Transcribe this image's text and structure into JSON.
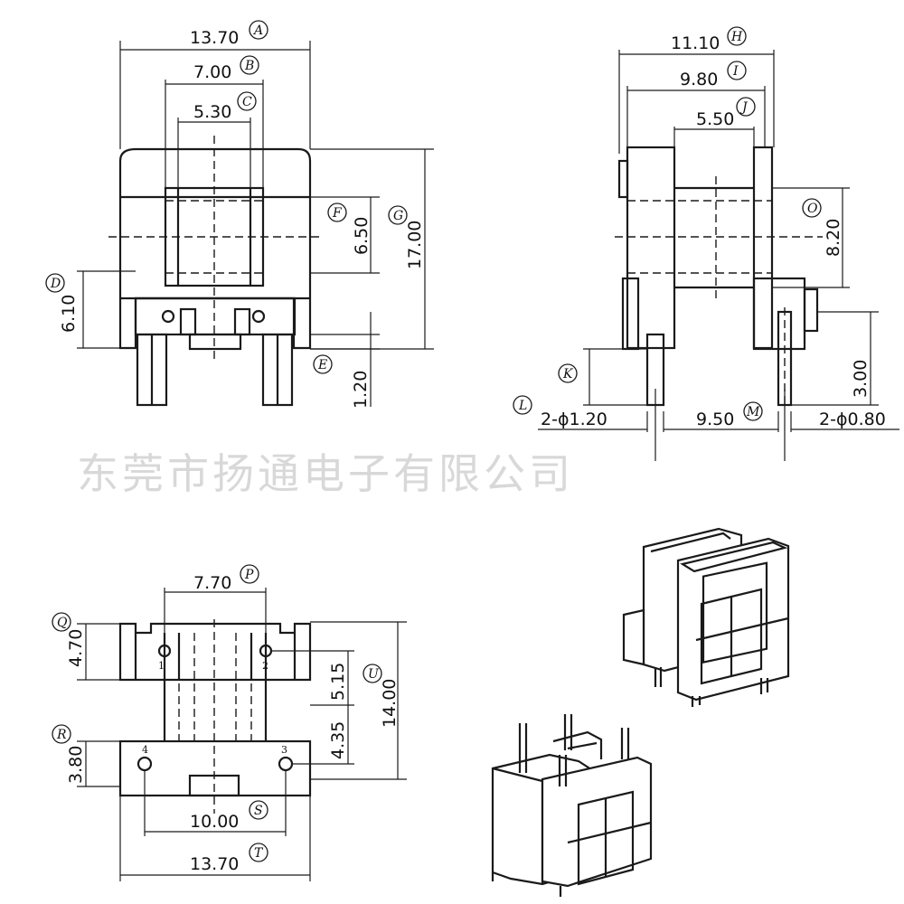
{
  "watermark": "东莞市扬通电子有限公司",
  "front_view": {
    "dims": [
      {
        "id": "A",
        "value": "13.70"
      },
      {
        "id": "B",
        "value": "7.00"
      },
      {
        "id": "C",
        "value": "5.30"
      },
      {
        "id": "D",
        "value": "6.10"
      },
      {
        "id": "E",
        "value": "1.20"
      },
      {
        "id": "F",
        "value": "6.50"
      },
      {
        "id": "G",
        "value": "17.00"
      }
    ]
  },
  "side_view": {
    "dims": [
      {
        "id": "H",
        "value": "11.10"
      },
      {
        "id": "I",
        "value": "9.80"
      },
      {
        "id": "J",
        "value": "5.50"
      },
      {
        "id": "K",
        "value": ""
      },
      {
        "id": "O",
        "value": "8.20"
      },
      {
        "id": "N",
        "value": "3.00"
      },
      {
        "id": "L",
        "value": "2-ϕ1.20"
      },
      {
        "id": "M",
        "value": "9.50"
      },
      {
        "id": "M2",
        "value": "2-ϕ0.80"
      }
    ]
  },
  "bottom_view": {
    "dims": [
      {
        "id": "P",
        "value": "7.70"
      },
      {
        "id": "Q",
        "value": "4.70"
      },
      {
        "id": "R",
        "value": "3.80"
      },
      {
        "id": "U",
        "value": "14.00"
      },
      {
        "id": "S",
        "value": "10.00"
      },
      {
        "id": "T",
        "value": "13.70"
      },
      {
        "id": "X",
        "value": "5.15"
      },
      {
        "id": "Y",
        "value": "4.35"
      }
    ],
    "pins": [
      "1",
      "2",
      "3",
      "4"
    ]
  }
}
